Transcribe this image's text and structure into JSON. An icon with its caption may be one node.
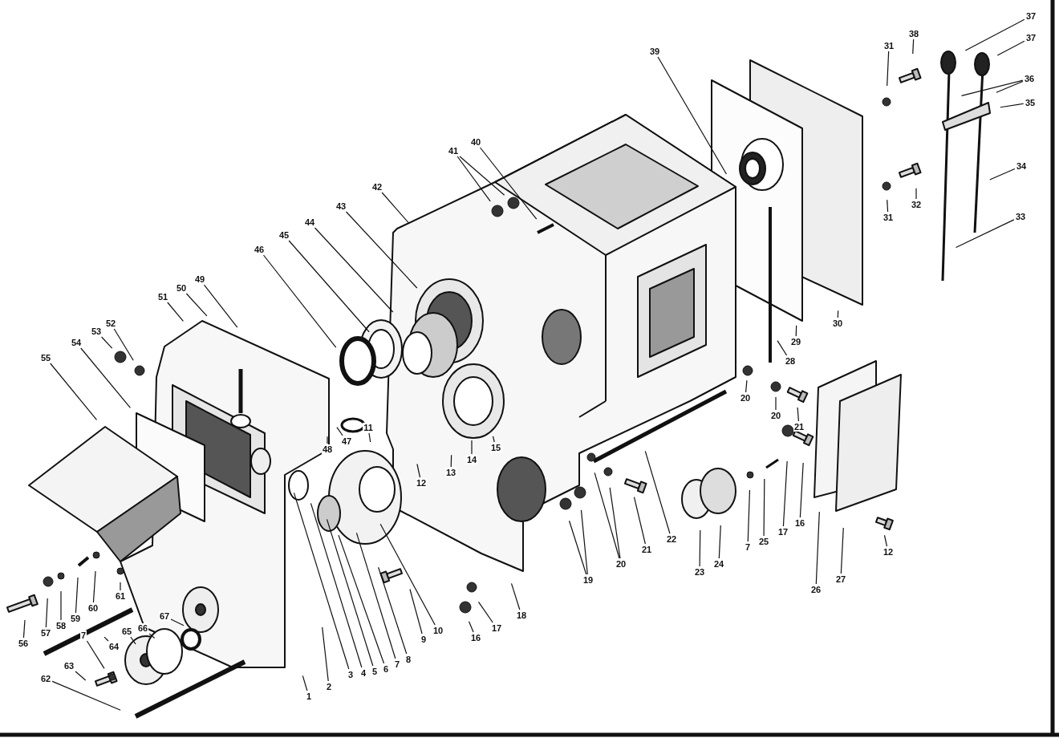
{
  "diagram": {
    "nodes": [
      {
        "text": [
          "39"
        ]
      },
      {
        "text": [
          "40"
        ]
      },
      {
        "text": [
          "41"
        ]
      },
      {
        "text": [
          "42"
        ]
      },
      {
        "text": [
          "43"
        ]
      },
      {
        "text": [
          "44"
        ]
      },
      {
        "text": [
          "45"
        ]
      },
      {
        "text": [
          "46"
        ]
      },
      {
        "text": [
          "49"
        ]
      },
      {
        "text": [
          "50"
        ]
      },
      {
        "text": [
          "51"
        ]
      },
      {
        "text": [
          "52"
        ]
      },
      {
        "text": [
          "53"
        ]
      },
      {
        "text": [
          "54"
        ]
      },
      {
        "text": [
          "55"
        ]
      },
      {
        "text": [
          "37"
        ]
      },
      {
        "text": [
          "38"
        ]
      },
      {
        "text": [
          "31"
        ]
      },
      {
        "text": [
          "37"
        ]
      },
      {
        "text": [
          "36"
        ]
      },
      {
        "text": [
          "35"
        ]
      },
      {
        "text": [
          "34"
        ]
      },
      {
        "text": [
          "32"
        ]
      },
      {
        "text": [
          "31"
        ]
      },
      {
        "text": [
          "33"
        ]
      },
      {
        "text": [
          "30"
        ]
      },
      {
        "text": [
          "29"
        ]
      },
      {
        "text": [
          "28"
        ]
      },
      {
        "text": [
          "20"
        ]
      },
      {
        "text": [
          "20"
        ]
      },
      {
        "text": [
          "21"
        ]
      },
      {
        "text": [
          "11"
        ]
      },
      {
        "text": [
          "47"
        ]
      },
      {
        "text": [
          "48"
        ]
      },
      {
        "text": [
          "12"
        ]
      },
      {
        "text": [
          "13"
        ]
      },
      {
        "text": [
          "14"
        ]
      },
      {
        "text": [
          "15"
        ]
      },
      {
        "text": [
          "16"
        ]
      },
      {
        "text": [
          "17"
        ]
      },
      {
        "text": [
          "12"
        ]
      },
      {
        "text": [
          "25"
        ]
      },
      {
        "text": [
          "7"
        ]
      },
      {
        "text": [
          "24"
        ]
      },
      {
        "text": [
          "23"
        ]
      },
      {
        "text": [
          "22"
        ]
      },
      {
        "text": [
          "21"
        ]
      },
      {
        "text": [
          "20"
        ]
      },
      {
        "text": [
          "19"
        ]
      },
      {
        "text": [
          "18"
        ]
      },
      {
        "text": [
          "17"
        ]
      },
      {
        "text": [
          "16"
        ]
      },
      {
        "text": [
          "10"
        ]
      },
      {
        "text": [
          "9"
        ]
      },
      {
        "text": [
          "8"
        ]
      },
      {
        "text": [
          "7"
        ]
      },
      {
        "text": [
          "6"
        ]
      },
      {
        "text": [
          "5"
        ]
      },
      {
        "text": [
          "4"
        ]
      },
      {
        "text": [
          "3"
        ]
      },
      {
        "text": [
          "2"
        ]
      },
      {
        "text": [
          "1"
        ]
      },
      {
        "text": [
          "26"
        ]
      },
      {
        "text": [
          "27"
        ]
      },
      {
        "text": [
          "61"
        ]
      },
      {
        "text": [
          "60"
        ]
      },
      {
        "text": [
          "59"
        ]
      },
      {
        "text": [
          "58"
        ]
      },
      {
        "text": [
          "57"
        ]
      },
      {
        "text": [
          "56"
        ]
      },
      {
        "text": [
          "67"
        ]
      },
      {
        "text": [
          "66"
        ]
      },
      {
        "text": [
          "65"
        ]
      },
      {
        "text": [
          "64"
        ]
      },
      {
        "text": [
          "7"
        ]
      },
      {
        "text": [
          "63"
        ]
      },
      {
        "text": [
          "62"
        ]
      }
    ],
    "edges": [
      {
        "from": 0,
        "to": null,
        "arrow": "none"
      },
      {
        "from": 1,
        "to": null,
        "arrow": "none"
      },
      {
        "from": 2,
        "to": null,
        "arrow": "none"
      },
      {
        "from": 2,
        "to": null,
        "arrow": "none"
      },
      {
        "from": 3,
        "to": null,
        "arrow": "none"
      },
      {
        "from": 4,
        "to": null,
        "arrow": "none"
      },
      {
        "from": 5,
        "to": null,
        "arrow": "none"
      },
      {
        "from": 6,
        "to": null,
        "arrow": "none"
      },
      {
        "from": 7,
        "to": null,
        "arrow": "none"
      },
      {
        "from": 8,
        "to": null,
        "arrow": "none"
      },
      {
        "from": 9,
        "to": null,
        "arrow": "none"
      },
      {
        "from": 10,
        "to": null,
        "arrow": "none"
      },
      {
        "from": 11,
        "to": null,
        "arrow": "none"
      },
      {
        "from": 12,
        "to": null,
        "arrow": "none"
      },
      {
        "from": 13,
        "to": null,
        "arrow": "none"
      },
      {
        "from": 14,
        "to": null,
        "arrow": "none"
      },
      {
        "from": 15,
        "to": null,
        "arrow": "none"
      },
      {
        "from": 16,
        "to": null,
        "arrow": "none"
      },
      {
        "from": 17,
        "to": null,
        "arrow": "none"
      },
      {
        "from": 18,
        "to": null,
        "arrow": "none"
      },
      {
        "from": 19,
        "to": null,
        "arrow": "none"
      },
      {
        "from": 19,
        "to": null,
        "arrow": "none"
      },
      {
        "from": 20,
        "to": null,
        "arrow": "none"
      },
      {
        "from": 21,
        "to": null,
        "arrow": "none"
      },
      {
        "from": 22,
        "to": null,
        "arrow": "none"
      },
      {
        "from": 23,
        "to": null,
        "arrow": "none"
      },
      {
        "from": 24,
        "to": null,
        "arrow": "none"
      },
      {
        "from": 25,
        "to": null,
        "arrow": "none"
      },
      {
        "from": 26,
        "to": null,
        "arrow": "none"
      },
      {
        "from": 27,
        "to": null,
        "arrow": "none"
      },
      {
        "from": 28,
        "to": null,
        "arrow": "none"
      },
      {
        "from": 29,
        "to": null,
        "arrow": "none"
      },
      {
        "from": 30,
        "to": null,
        "arrow": "none"
      },
      {
        "from": 31,
        "to": null,
        "arrow": "none"
      },
      {
        "from": 32,
        "to": null,
        "arrow": "none"
      },
      {
        "from": 33,
        "to": null,
        "arrow": "none"
      },
      {
        "from": 34,
        "to": null,
        "arrow": "none"
      },
      {
        "from": 35,
        "to": null,
        "arrow": "none"
      },
      {
        "from": 36,
        "to": null,
        "arrow": "none"
      },
      {
        "from": 37,
        "to": null,
        "arrow": "none"
      },
      {
        "from": 38,
        "to": null,
        "arrow": "none"
      },
      {
        "from": 39,
        "to": null,
        "arrow": "none"
      },
      {
        "from": 40,
        "to": null,
        "arrow": "none"
      },
      {
        "from": 41,
        "to": null,
        "arrow": "none"
      },
      {
        "from": 42,
        "to": null,
        "arrow": "none"
      },
      {
        "from": 43,
        "to": null,
        "arrow": "none"
      },
      {
        "from": 44,
        "to": null,
        "arrow": "none"
      },
      {
        "from": 45,
        "to": null,
        "arrow": "none"
      },
      {
        "from": 46,
        "to": null,
        "arrow": "none"
      },
      {
        "from": 47,
        "to": null,
        "arrow": "none"
      },
      {
        "from": 47,
        "to": null,
        "arrow": "none"
      },
      {
        "from": 48,
        "to": null,
        "arrow": "none"
      },
      {
        "from": 48,
        "to": null,
        "arrow": "none"
      },
      {
        "from": 49,
        "to": null,
        "arrow": "none"
      },
      {
        "from": 50,
        "to": null,
        "arrow": "none"
      },
      {
        "from": 51,
        "to": null,
        "arrow": "none"
      },
      {
        "from": 52,
        "to": null,
        "arrow": "none"
      },
      {
        "from": 53,
        "to": null,
        "arrow": "none"
      },
      {
        "from": 54,
        "to": null,
        "arrow": "none"
      },
      {
        "from": 55,
        "to": null,
        "arrow": "none"
      },
      {
        "from": 56,
        "to": null,
        "arrow": "none"
      },
      {
        "from": 57,
        "to": null,
        "arrow": "none"
      },
      {
        "from": 58,
        "to": null,
        "arrow": "none"
      },
      {
        "from": 59,
        "to": null,
        "arrow": "none"
      },
      {
        "from": 60,
        "to": null,
        "arrow": "none"
      },
      {
        "from": 61,
        "to": null,
        "arrow": "none"
      },
      {
        "from": 62,
        "to": null,
        "arrow": "none"
      },
      {
        "from": 63,
        "to": null,
        "arrow": "none"
      },
      {
        "from": 64,
        "to": null,
        "arrow": "none"
      },
      {
        "from": 65,
        "to": null,
        "arrow": "none"
      },
      {
        "from": 66,
        "to": null,
        "arrow": "none"
      },
      {
        "from": 67,
        "to": null,
        "arrow": "none"
      },
      {
        "from": 68,
        "to": null,
        "arrow": "none"
      },
      {
        "from": 69,
        "to": null,
        "arrow": "none"
      },
      {
        "from": 70,
        "to": null,
        "arrow": "none"
      },
      {
        "from": 71,
        "to": null,
        "arrow": "none"
      },
      {
        "from": 72,
        "to": null,
        "arrow": "none"
      },
      {
        "from": 73,
        "to": null,
        "arrow": "none"
      },
      {
        "from": 74,
        "to": null,
        "arrow": "none"
      },
      {
        "from": 75,
        "to": null,
        "arrow": "none"
      },
      {
        "from": 76,
        "to": null,
        "arrow": "none"
      }
    ]
  }
}
